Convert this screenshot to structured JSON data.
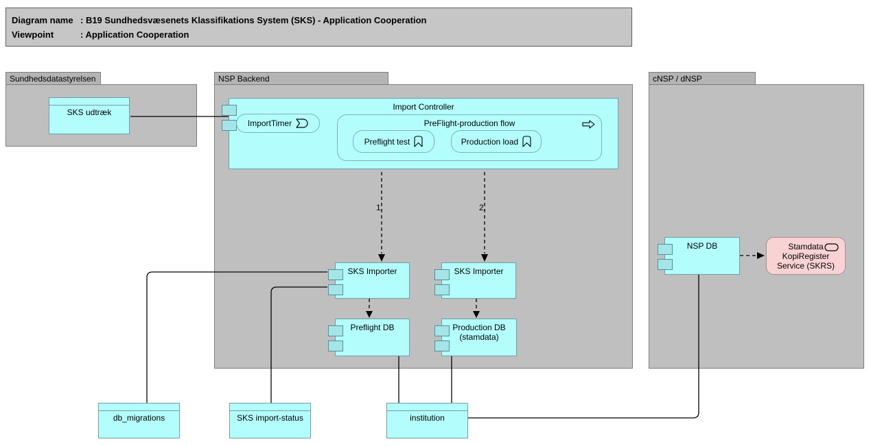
{
  "title_box": {
    "rows": [
      {
        "label": "Diagram name",
        "value": ": B19 Sundhedsvæsenets Klassifikations System (SKS) - Application Cooperation"
      },
      {
        "label": "Viewpoint",
        "value": ": Application Cooperation"
      }
    ]
  },
  "groups": {
    "sundhedsdatastyrelsen": {
      "label": "Sundhedsdatastyrelsen"
    },
    "nsp_backend": {
      "label": "NSP Backend"
    },
    "cnsp_dnsp": {
      "label": "cNSP / dNSP"
    }
  },
  "nodes": {
    "sks_udtraek": {
      "label": "SKS udtræk",
      "type": "data-object"
    },
    "import_controller": {
      "label": "Import Controller",
      "type": "application-component"
    },
    "import_timer": {
      "label": "ImportTimer",
      "type": "application-event"
    },
    "preflight_production_flow": {
      "label": "PreFlight-production flow",
      "type": "application-process"
    },
    "preflight_test": {
      "label": "Preflight test",
      "type": "application-function"
    },
    "production_load": {
      "label": "Production load",
      "type": "application-function"
    },
    "sks_importer_left": {
      "label": "SKS Importer",
      "type": "application-component"
    },
    "sks_importer_right": {
      "label": "SKS Importer",
      "type": "application-component"
    },
    "preflight_db": {
      "label": "Preflight DB",
      "type": "application-component"
    },
    "production_db": {
      "lines": [
        "Production DB",
        "(stamdata)"
      ],
      "type": "application-component"
    },
    "nsp_db": {
      "label": "NSP DB",
      "type": "application-component"
    },
    "skrs": {
      "lines": [
        "Stamdata",
        "KopiRegister",
        "Service (SKRS)"
      ],
      "type": "application-service"
    },
    "db_migrations": {
      "label": "db_migrations",
      "type": "data-object"
    },
    "sks_import_status": {
      "label": "SKS import-status",
      "type": "data-object"
    },
    "institution": {
      "label": "institution",
      "type": "data-object"
    }
  },
  "connection_labels": {
    "flow1": "1.",
    "flow2": "2."
  },
  "colors": {
    "group_fill": "#bfbfbf",
    "group_tab_fill": "#b4b4b4",
    "group_border": "#7d7d7d",
    "component_fill": "#b3fdfd",
    "component_border": "#6d9fa6",
    "component_tab_fill": "#a5e4e7",
    "component_tab_border": "#4d929b",
    "inner_border": "#7fb0b5",
    "service_fill": "#f9d3d4",
    "service_border": "#a48f90",
    "title_fill": "#c6c6c6",
    "title_border": "#5f5f5f",
    "connector": "#000000"
  }
}
